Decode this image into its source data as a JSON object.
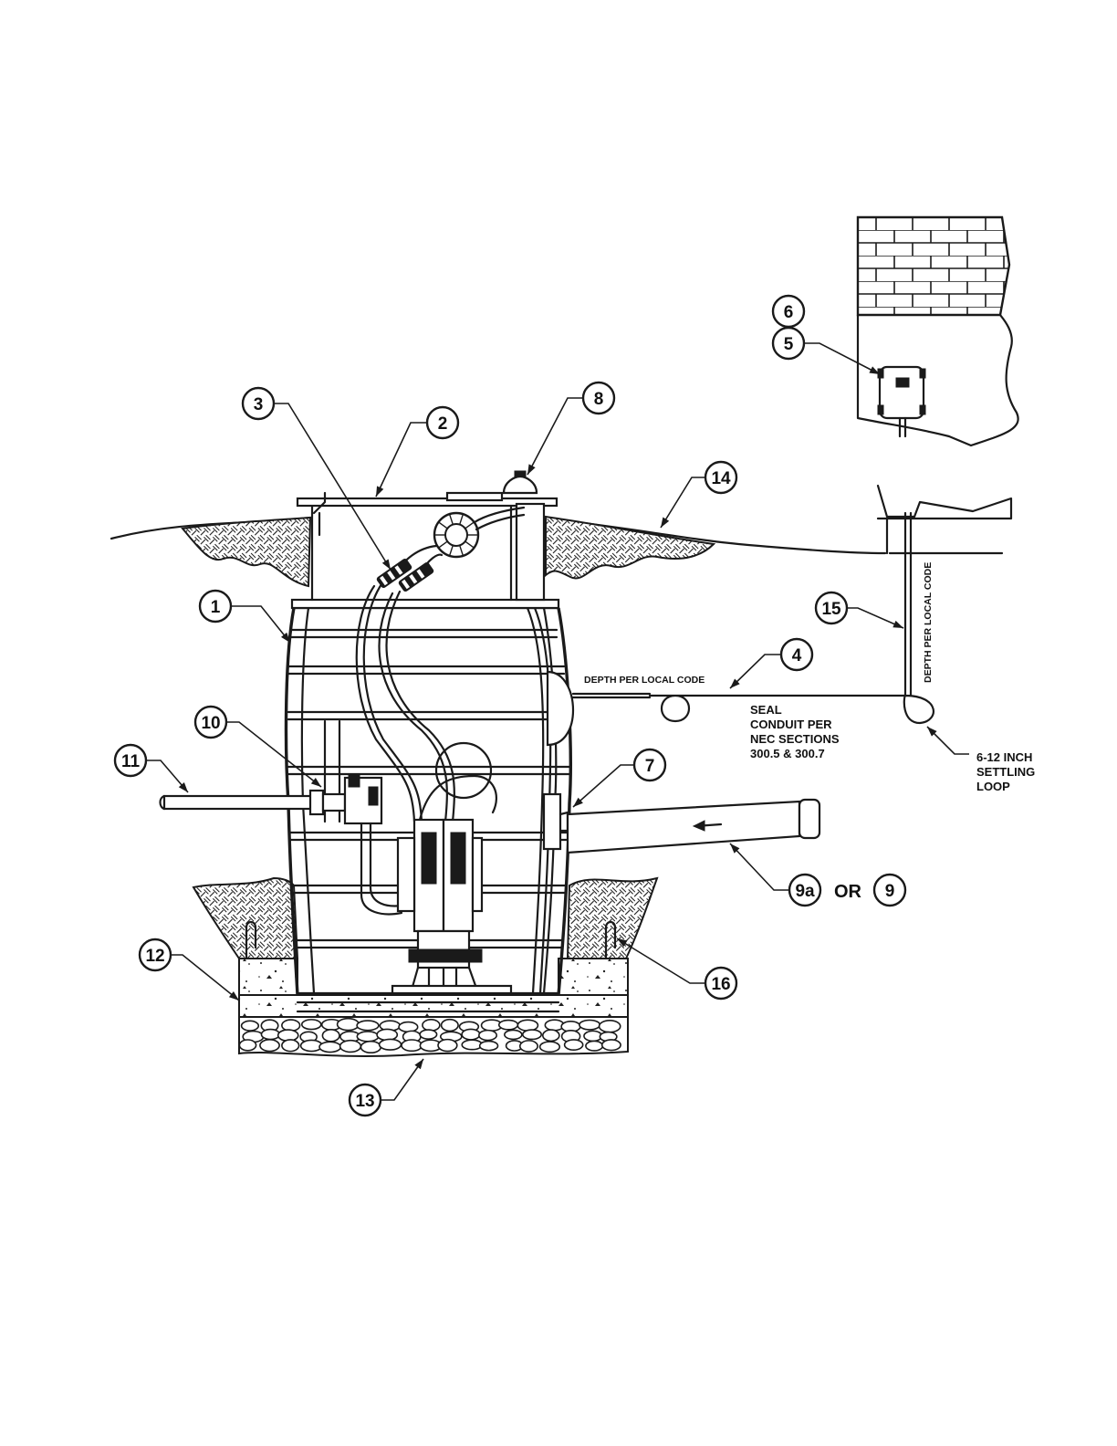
{
  "callouts": {
    "c1": "1",
    "c2": "2",
    "c3": "3",
    "c4": "4",
    "c5": "5",
    "c6": "6",
    "c7": "7",
    "c8": "8",
    "c9a": "9a",
    "c9": "9",
    "c10": "10",
    "c11": "11",
    "c12": "12",
    "c13": "13",
    "c14": "14",
    "c15": "15",
    "c16": "16"
  },
  "notes": {
    "or": "OR",
    "depth_horizontal": "DEPTH PER LOCAL CODE",
    "depth_vertical": "DEPTH PER LOCAL CODE",
    "seal_lines": [
      "SEAL",
      "CONDUIT PER",
      "NEC SECTIONS",
      "300.5 & 300.7"
    ],
    "loop_lines": [
      "6-12 INCH",
      "SETTLING",
      "LOOP"
    ]
  }
}
